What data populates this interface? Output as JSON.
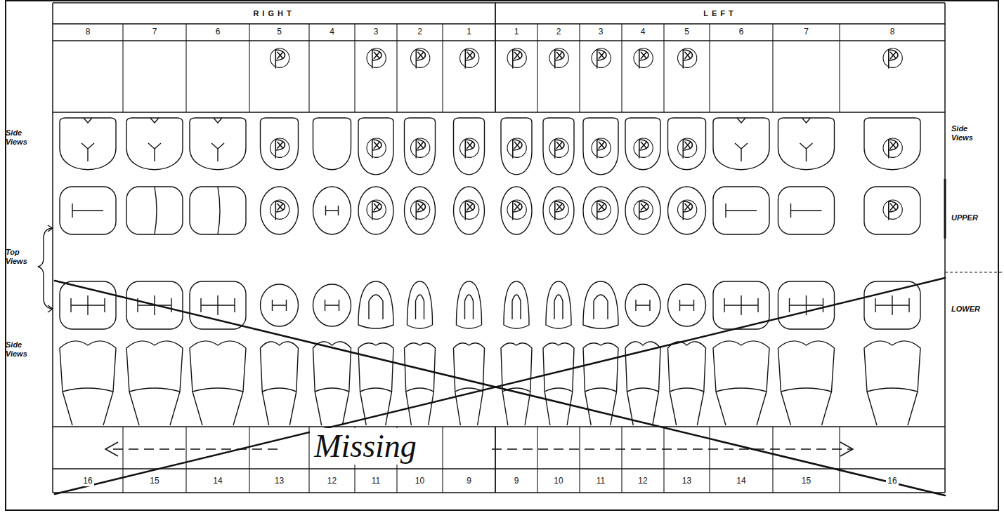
{
  "diagram": {
    "labels": [
      "RIGHT",
      "LEFT",
      "8",
      "7",
      "6",
      "5",
      "4",
      "3",
      "2",
      "1",
      "1",
      "2",
      "3",
      "4",
      "5",
      "6",
      "7",
      "8",
      "Side Views",
      "Side Views",
      "UPPER",
      "Top Views",
      "LOWER",
      "Side Views",
      "Missing",
      "16",
      "15",
      "14",
      "13",
      "12",
      "11",
      "10",
      "9",
      "9",
      "10",
      "11",
      "12",
      "13",
      "14",
      "15",
      "16"
    ]
  }
}
